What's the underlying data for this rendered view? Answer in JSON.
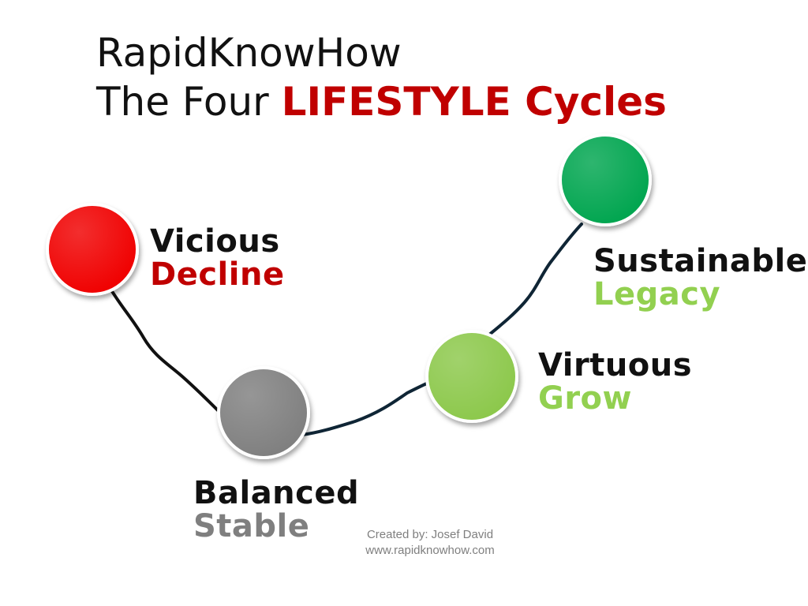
{
  "title": {
    "line1": "RapidKnowHow",
    "line2_prefix": "The Four ",
    "line2_accent": "LIFESTYLE Cycles"
  },
  "colors": {
    "accent": "#c00000",
    "red": "#f00000",
    "gray": "#7f7f7f",
    "light_green": "#8cc84b",
    "green": "#00a550",
    "secondary_red": "#c00000",
    "secondary_gray": "#7f7f7f",
    "secondary_green": "#92d050"
  },
  "cycles": [
    {
      "id": "vicious",
      "primary": "Vicious",
      "secondary": "Decline"
    },
    {
      "id": "balanced",
      "primary": "Balanced",
      "secondary": "Stable"
    },
    {
      "id": "virtuous",
      "primary": "Virtuous",
      "secondary": "Grow"
    },
    {
      "id": "sustainable",
      "primary": "Sustainable",
      "secondary": "Legacy"
    }
  ],
  "credits": {
    "line1": "Created by: Josef David",
    "line2": "www.rapidknowhow.com"
  }
}
